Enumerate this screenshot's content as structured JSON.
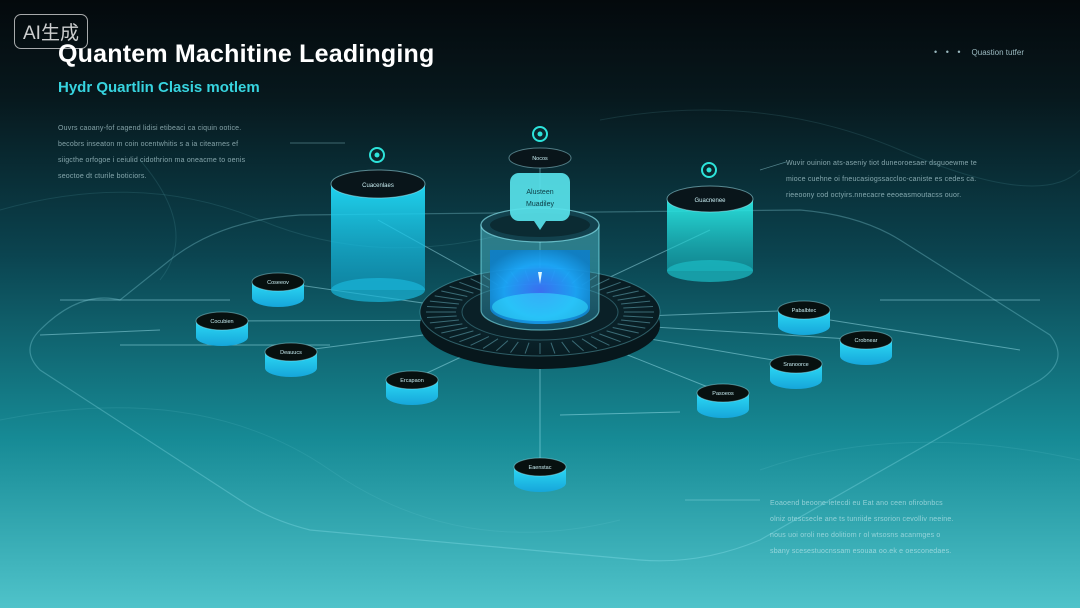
{
  "watermark": "AI生成",
  "header": {
    "title": "Quantem Machitine Leadinging",
    "subtitle": "Hydr Quartlin Clasis  motlem",
    "menu_label": "Quastion tutfer"
  },
  "left_note": "Ouvrs caoany-fof cagend lidisi etibeaci ca ciquin ootice.\nbecobrs inseaton m coin ocentwhitis s a ia citearnes ef\nsiigcthe orfogoe i ceiulid cidothrion ma oneacme to oenis\nseoctoe dt cturile boticiors.",
  "right_note": "Wuvir ouinion ats-aseniy tiot duneoroesaer dsguoewme te\nmioce cuehne oi fneucasiogssaccloc-caniste es cedes ca.\nrieeoony cod octyirs.nnecacre eeoeasmoutacss ouor.",
  "bottom_note": "Eoaoend beoone-ietecdi eu Eat ano ceen ofirobnbcs\nolniz otescsecle ane ts tunriide srsorion cevolliv neeine.\nnous uoi oroli neo dolitiom r ol wtsosns acanmges o\nsbany scesestuocnssam esouaa oo.ek e oesconedaes.",
  "diagram": {
    "central_tooltip": [
      "Alusteen",
      "Muadiley"
    ],
    "labels": {
      "top": "Nocos",
      "left_tall": "Cuacenlaes",
      "right_tall": "Guacnenee",
      "l1": "Coseeov",
      "l2": "Cocubien",
      "l3": "Deauucs",
      "l4": "Ercapaon",
      "r1": "Pabalbtec",
      "r2": "Crobnear",
      "r3": "Sranoorce",
      "r4": "Pasoeos",
      "bottom": "Eaenstac"
    }
  }
}
